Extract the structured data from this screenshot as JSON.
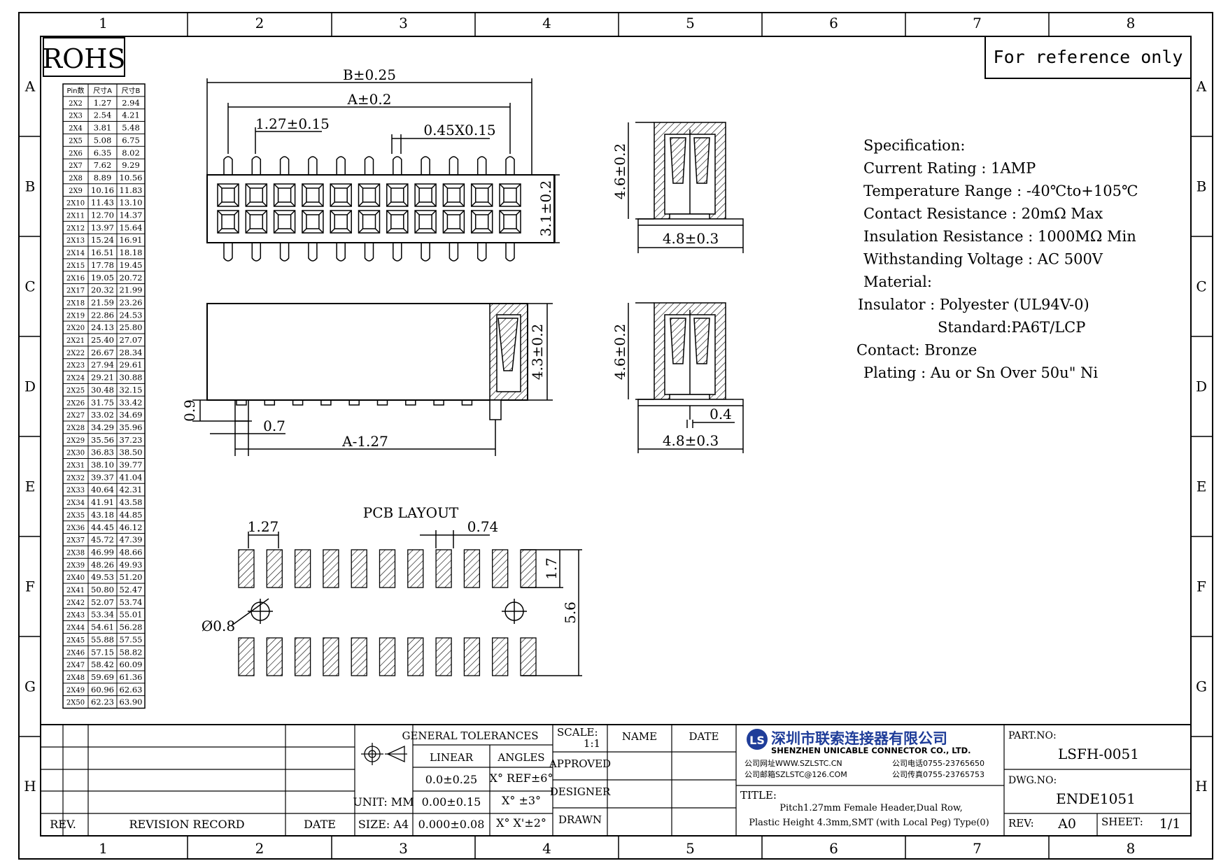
{
  "frame": {
    "columns": [
      "1",
      "2",
      "3",
      "4",
      "5",
      "6",
      "7",
      "8"
    ],
    "rows": [
      "A",
      "B",
      "C",
      "D",
      "E",
      "F",
      "G",
      "H"
    ]
  },
  "rohs": "ROHS",
  "reference_note": "For reference only",
  "pin_table": {
    "headers": [
      "Pin数",
      "尺寸A",
      "尺寸B"
    ],
    "rows": [
      [
        "2X2",
        "1.27",
        "2.94"
      ],
      [
        "2X3",
        "2.54",
        "4.21"
      ],
      [
        "2X4",
        "3.81",
        "5.48"
      ],
      [
        "2X5",
        "5.08",
        "6.75"
      ],
      [
        "2X6",
        "6.35",
        "8.02"
      ],
      [
        "2X7",
        "7.62",
        "9.29"
      ],
      [
        "2X8",
        "8.89",
        "10.56"
      ],
      [
        "2X9",
        "10.16",
        "11.83"
      ],
      [
        "2X10",
        "11.43",
        "13.10"
      ],
      [
        "2X11",
        "12.70",
        "14.37"
      ],
      [
        "2X12",
        "13.97",
        "15.64"
      ],
      [
        "2X13",
        "15.24",
        "16.91"
      ],
      [
        "2X14",
        "16.51",
        "18.18"
      ],
      [
        "2X15",
        "17.78",
        "19.45"
      ],
      [
        "2X16",
        "19.05",
        "20.72"
      ],
      [
        "2X17",
        "20.32",
        "21.99"
      ],
      [
        "2X18",
        "21.59",
        "23.26"
      ],
      [
        "2X19",
        "22.86",
        "24.53"
      ],
      [
        "2X20",
        "24.13",
        "25.80"
      ],
      [
        "2X21",
        "25.40",
        "27.07"
      ],
      [
        "2X22",
        "26.67",
        "28.34"
      ],
      [
        "2X23",
        "27.94",
        "29.61"
      ],
      [
        "2X24",
        "29.21",
        "30.88"
      ],
      [
        "2X25",
        "30.48",
        "32.15"
      ],
      [
        "2X26",
        "31.75",
        "33.42"
      ],
      [
        "2X27",
        "33.02",
        "34.69"
      ],
      [
        "2X28",
        "34.29",
        "35.96"
      ],
      [
        "2X29",
        "35.56",
        "37.23"
      ],
      [
        "2X30",
        "36.83",
        "38.50"
      ],
      [
        "2X31",
        "38.10",
        "39.77"
      ],
      [
        "2X32",
        "39.37",
        "41.04"
      ],
      [
        "2X33",
        "40.64",
        "42.31"
      ],
      [
        "2X34",
        "41.91",
        "43.58"
      ],
      [
        "2X35",
        "43.18",
        "44.85"
      ],
      [
        "2X36",
        "44.45",
        "46.12"
      ],
      [
        "2X37",
        "45.72",
        "47.39"
      ],
      [
        "2X38",
        "46.99",
        "48.66"
      ],
      [
        "2X39",
        "48.26",
        "49.93"
      ],
      [
        "2X40",
        "49.53",
        "51.20"
      ],
      [
        "2X41",
        "50.80",
        "52.47"
      ],
      [
        "2X42",
        "52.07",
        "53.74"
      ],
      [
        "2X43",
        "53.34",
        "55.01"
      ],
      [
        "2X44",
        "54.61",
        "56.28"
      ],
      [
        "2X45",
        "55.88",
        "57.55"
      ],
      [
        "2X46",
        "57.15",
        "58.82"
      ],
      [
        "2X47",
        "58.42",
        "60.09"
      ],
      [
        "2X48",
        "59.69",
        "61.36"
      ],
      [
        "2X49",
        "60.96",
        "62.63"
      ],
      [
        "2X50",
        "62.23",
        "63.90"
      ]
    ]
  },
  "dims": {
    "b": "B±0.25",
    "a": "A±0.2",
    "pitch": "1.27±0.15",
    "pin": "0.45X0.15",
    "h31": "3.1±0.2",
    "h43": "4.3±0.2",
    "h09": "0.9",
    "d07": "0.7",
    "a127": "A-1.27",
    "h46a": "4.6±0.2",
    "w48a": "4.8±0.3",
    "h46b": "4.6±0.2",
    "w48b": "4.8±0.3",
    "d04": "0.4",
    "pcb_title": "PCB LAYOUT",
    "pcb_pitch": "1.27",
    "pcb_pad": "0.74",
    "pcb_17": "1.7",
    "pcb_56": "5.6",
    "pcb_hole": "Ø0.8"
  },
  "spec": [
    "Specification:",
    "Current Rating : 1AMP",
    "Temperature Range : -40℃to+105℃",
    "Contact Resistance : 20mΩ Max",
    "Insulation Resistance : 1000MΩ Min",
    "Withstanding Voltage : AC 500V",
    "Material:",
    "Insulator : Polyester (UL94V-0)",
    "Standard:PA6T/LCP",
    "Contact: Bronze",
    "Plating : Au or Sn Over 50u\" Ni"
  ],
  "title_block": {
    "rev_label": "REV.",
    "revision_record": "REVISION RECORD",
    "date_label": "DATE",
    "unit": "UNIT: MM",
    "size": "SIZE: A4",
    "general_tolerances": "GENERAL TOLERANCES",
    "linear": "LINEAR",
    "angles": "ANGLES",
    "lin1": "0.0±0.25",
    "lin2": "0.00±0.15",
    "lin3": "0.000±0.08",
    "ang1": "X° REF±6°",
    "ang2": "X° ±3°",
    "ang3": "X° X'±2°",
    "scale_label": "SCALE:",
    "scale_value": "1:1",
    "name": "NAME",
    "date2": "DATE",
    "approved": "APPROVED",
    "designer": "DESIGNER",
    "drawn": "DRAWN",
    "company_cn": "深圳市联索连接器有限公司",
    "company_en": "SHENZHEN UNICABLE CONNECTOR CO., LTD.",
    "web": "公司网址WWW.SZLSTC.CN",
    "mail": "公司邮箱SZLSTC@126.COM",
    "tel": "公司电话0755-23765650",
    "fax": "公司传真0755-23765753",
    "logo_letters": "LS",
    "title_label": "TITLE:",
    "title_line1": "Pitch1.27mm Female Header,Dual Row,",
    "title_line2": "Plastic Height 4.3mm,SMT (with Local Peg) Type(0)",
    "part_no_label": "PART.NO:",
    "part_no": "LSFH-0051",
    "dwg_no_label": "DWG.NO:",
    "dwg_no": "ENDE1051",
    "rev2_label": "REV:",
    "rev_value": "A0",
    "sheet_label": "SHEET:",
    "sheet_value": "1/1"
  },
  "colors": {
    "line": "#000000",
    "logo": "#1f3d99"
  }
}
